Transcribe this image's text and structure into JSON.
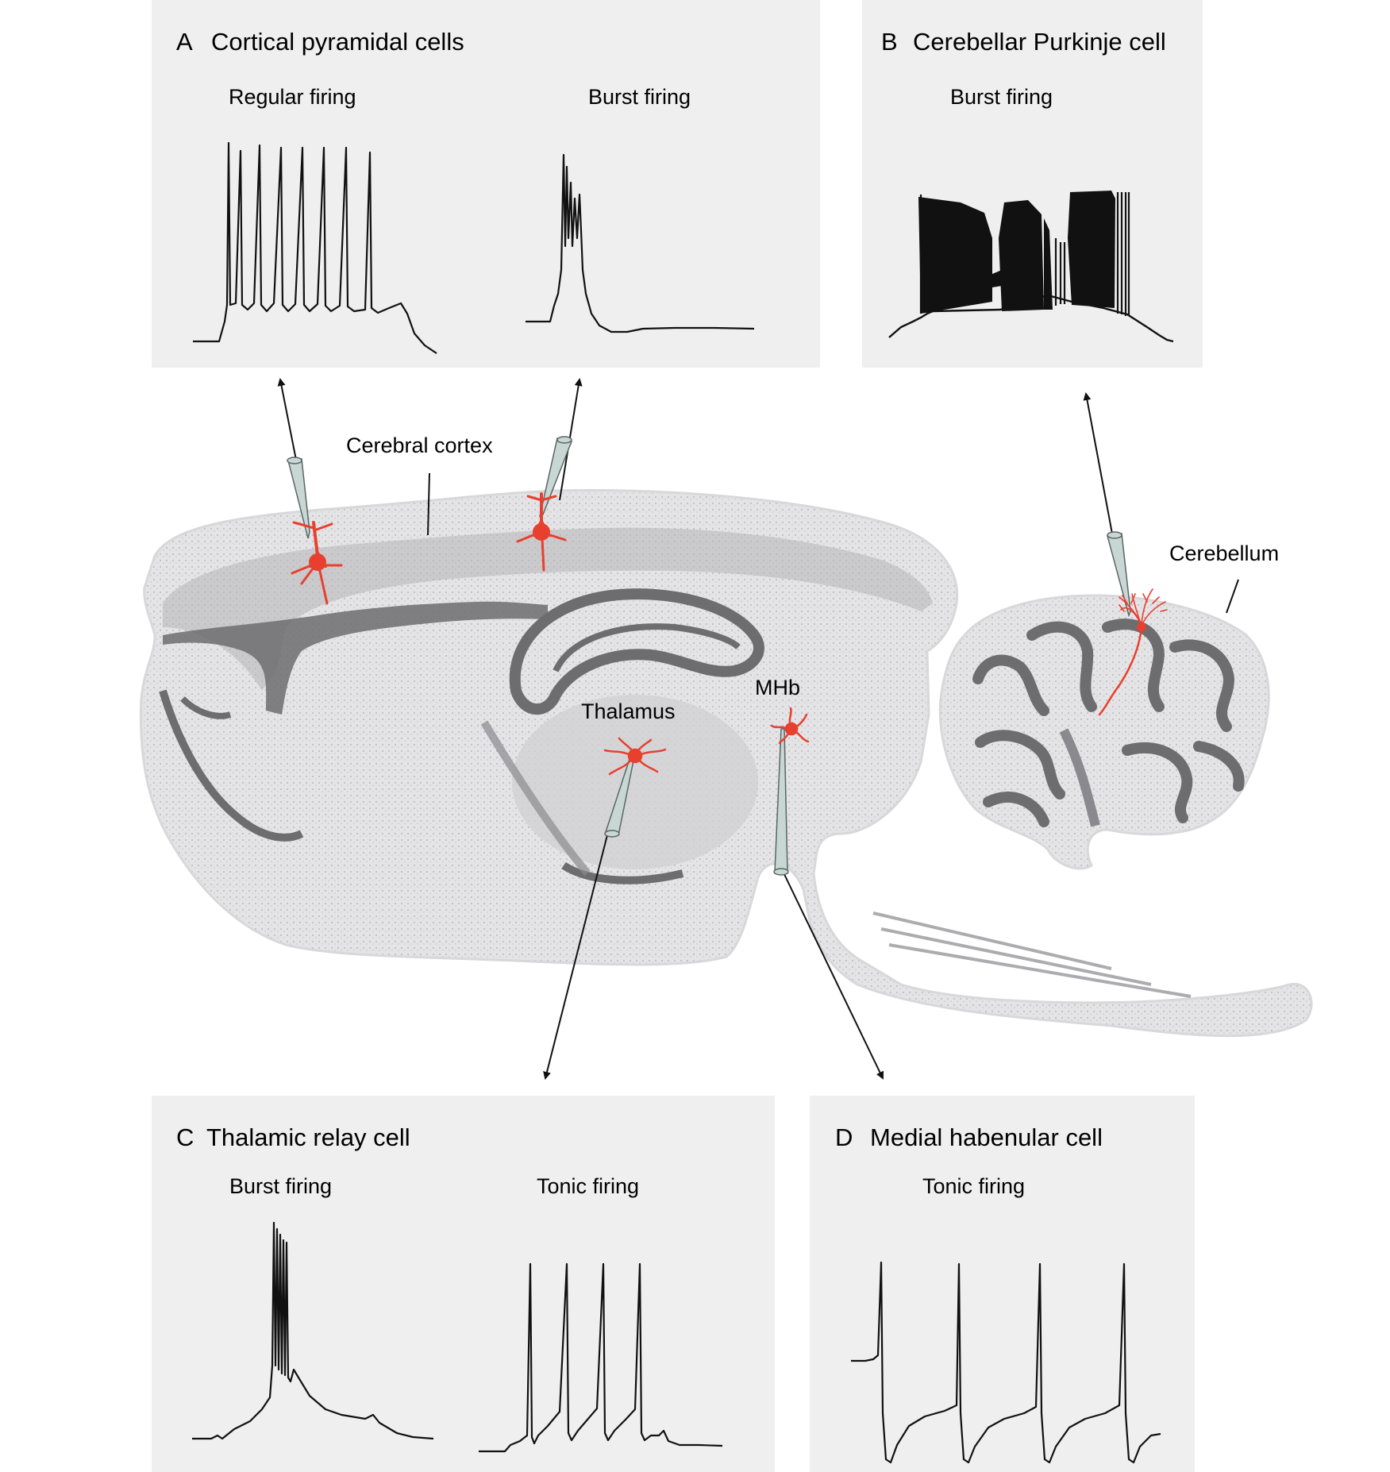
{
  "panels": {
    "A": {
      "letter": "A",
      "title": "Cortical pyramidal cells",
      "traces": [
        "Regular firing",
        "Burst firing"
      ]
    },
    "B": {
      "letter": "B",
      "title": "Cerebellar Purkinje cell",
      "traces": [
        "Burst firing"
      ]
    },
    "C": {
      "letter": "C",
      "title": "Thalamic relay cell",
      "traces": [
        "Burst firing",
        "Tonic firing"
      ]
    },
    "D": {
      "letter": "D",
      "title": "Medial habenular cell",
      "traces": [
        "Tonic firing"
      ]
    }
  },
  "brain_labels": {
    "cortex": "Cerebral cortex",
    "cerebellum": "Cerebellum",
    "thalamus": "Thalamus",
    "mhb": "MHb"
  },
  "colors": {
    "panel_bg": "#efefef",
    "trace": "#111111",
    "neuron": "#e8402f",
    "tissue": "#c9c9cc",
    "tissue_dark": "#6d6d70",
    "electrode": "#c8d6d4"
  }
}
